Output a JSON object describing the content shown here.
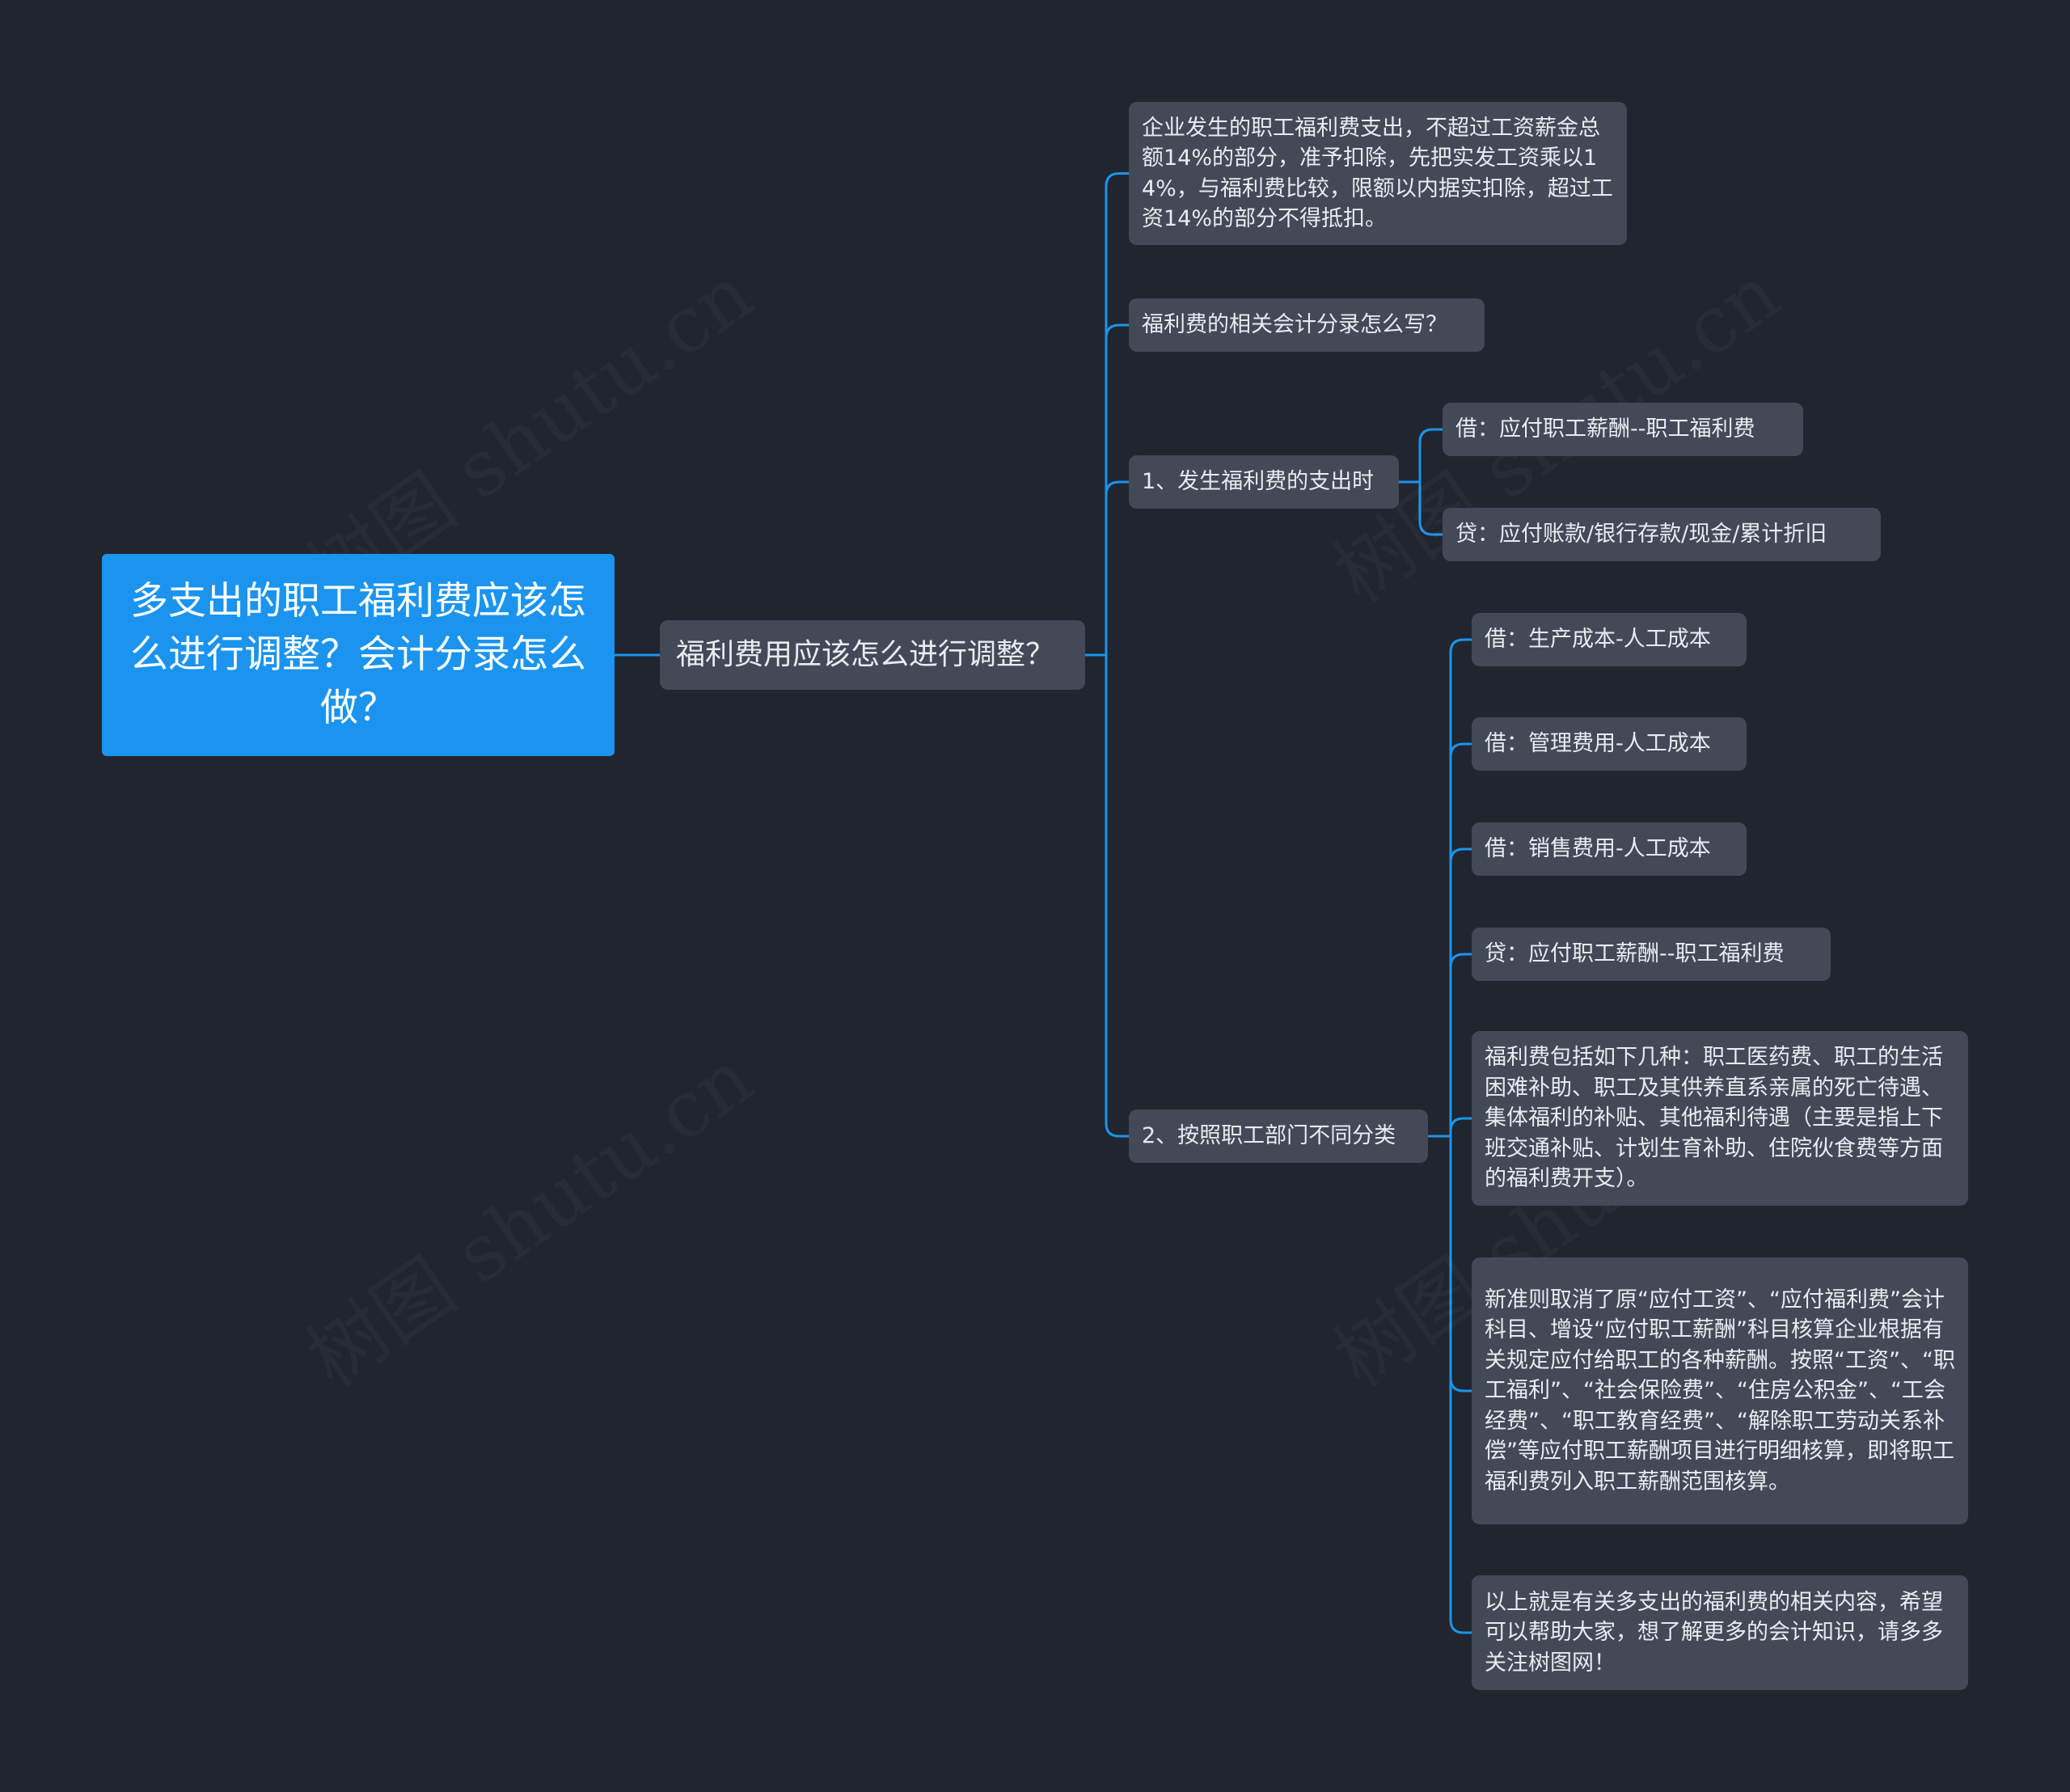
{
  "root": {
    "label": "多支出的职工福利费应该怎么进行调整？会计分录怎么做？"
  },
  "branch": {
    "label": "福利费用应该怎么进行调整？"
  },
  "level2": [
    {
      "label": "企业发生的职工福利费支出，不超过工资薪金总额14%的部分，准予扣除，先把实发工资乘以14%，与福利费比较，限额以内据实扣除，超过工资14%的部分不得抵扣。"
    },
    {
      "label": "福利费的相关会计分录怎么写？"
    },
    {
      "label": "1、发生福利费的支出时"
    },
    {
      "label": "2、按照职工部门不同分类"
    }
  ],
  "group1": [
    {
      "label": "借：应付职工薪酬--职工福利费"
    },
    {
      "label": "贷：应付账款/银行存款/现金/累计折旧"
    }
  ],
  "group2": [
    {
      "label": "借：生产成本-人工成本"
    },
    {
      "label": "借：管理费用-人工成本"
    },
    {
      "label": "借：销售费用-人工成本"
    },
    {
      "label": "贷：应付职工薪酬--职工福利费"
    },
    {
      "label": "福利费包括如下几种：职工医药费、职工的生活困难补助、职工及其供养直系亲属的死亡待遇、集体福利的补贴、其他福利待遇（主要是指上下班交通补贴、计划生育补助、住院伙食费等方面的福利费开支）。"
    },
    {
      "label": "新准则取消了原“应付工资”、“应付福利费”会计科目、增设“应付职工薪酬”科目核算企业根据有关规定应付给职工的各种薪酬。按照“工资”、“职工福利”、“社会保险费”、“住房公积金”、“工会经费”、“职工教育经费”、“解除职工劳动关系补偿”等应付职工薪酬项目进行明细核算，即将职工福利费列入职工薪酬范围核算。"
    },
    {
      "label": "以上就是有关多支出的福利费的相关内容，希望可以帮助大家，想了解更多的会计知识，请多多关注树图网！"
    }
  ],
  "watermark": {
    "text": "树图 shutu.cn"
  },
  "colors": {
    "background": "#21252f",
    "node": "#434957",
    "root": "#1a94ee",
    "link": "#1a94ee"
  }
}
